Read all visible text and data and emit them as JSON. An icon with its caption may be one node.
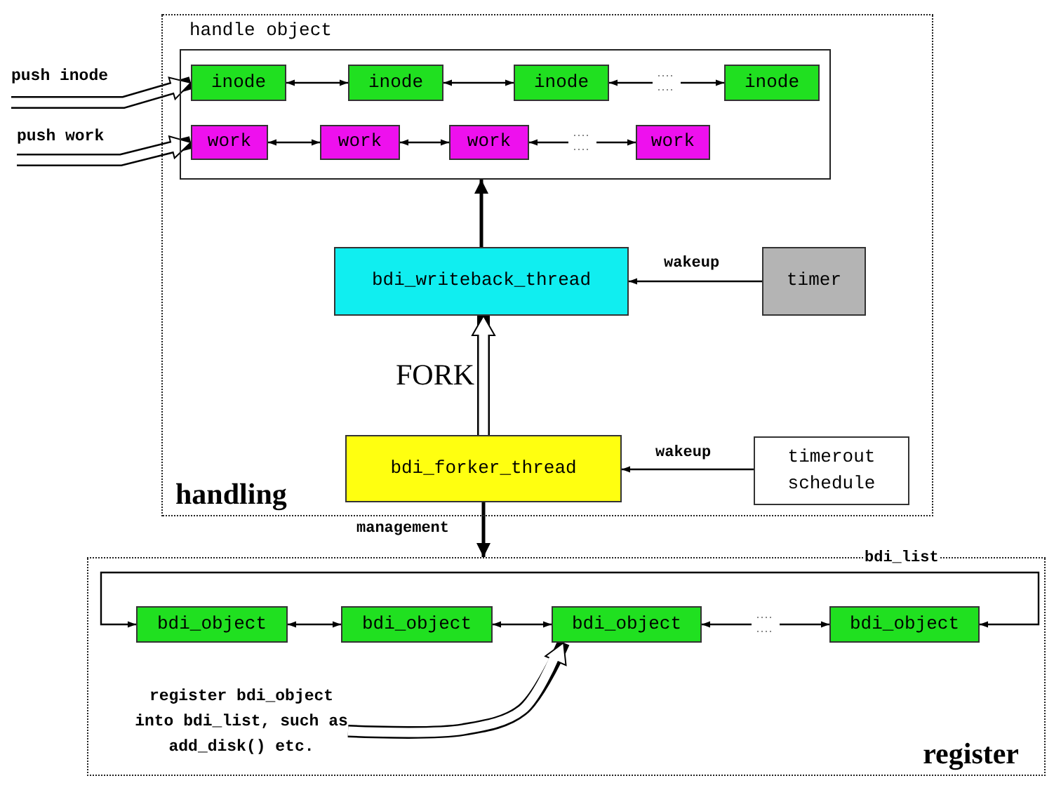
{
  "diagram": {
    "nodes": [
      {
        "text": [
          "handling"
        ]
      },
      {
        "text": [
          "handle object"
        ],
        "in": 0
      },
      {
        "text": [
          "inode"
        ],
        "in": 1
      },
      {
        "text": [
          "inode"
        ],
        "in": 1
      },
      {
        "text": [
          "inode"
        ],
        "in": 1
      },
      {
        "text": [
          "inode"
        ],
        "in": 1
      },
      {
        "text": [
          "work"
        ],
        "in": 1
      },
      {
        "text": [
          "work"
        ],
        "in": 1
      },
      {
        "text": [
          "work"
        ],
        "in": 1
      },
      {
        "text": [
          "work"
        ],
        "in": 1
      },
      {
        "text": [
          "push inode"
        ]
      },
      {
        "text": [
          "push work"
        ]
      },
      {
        "text": [
          "bdi_writeback_thread"
        ],
        "in": 0
      },
      {
        "text": [
          "timer"
        ],
        "in": 0
      },
      {
        "text": [
          "bdi_forker_thread"
        ],
        "in": 0
      },
      {
        "text": [
          "timerout schedule"
        ],
        "in": 0
      },
      {
        "text": [
          "register"
        ]
      },
      {
        "text": [
          "bdi_object"
        ],
        "in": 16
      },
      {
        "text": [
          "bdi_object"
        ],
        "in": 16
      },
      {
        "text": [
          "bdi_object"
        ],
        "in": 16
      },
      {
        "text": [
          "bdi_object"
        ],
        "in": 16
      },
      {
        "text": [
          "register bdi_object into bdi_list, such as add_disk() etc."
        ],
        "in": 16
      }
    ],
    "edges": [
      {
        "from": 10,
        "to": 2,
        "arrow": "to",
        "style": "thick"
      },
      {
        "from": 11,
        "to": 6,
        "arrow": "to",
        "style": "thick"
      },
      {
        "from": 2,
        "to": 3,
        "arrow": "both"
      },
      {
        "from": 3,
        "to": 4,
        "arrow": "both"
      },
      {
        "from": 4,
        "to": 5,
        "arrow": "both"
      },
      {
        "from": 6,
        "to": 7,
        "arrow": "both"
      },
      {
        "from": 7,
        "to": 8,
        "arrow": "both"
      },
      {
        "from": 8,
        "to": 9,
        "arrow": "both"
      },
      {
        "from": 12,
        "to": 1,
        "arrow": "to"
      },
      {
        "from": 13,
        "to": 12,
        "arrow": "to",
        "label": "wakeup"
      },
      {
        "from": 14,
        "to": 12,
        "arrow": "to",
        "label": "FORK",
        "style": "thick"
      },
      {
        "from": 15,
        "to": 14,
        "arrow": "to",
        "label": "wakeup"
      },
      {
        "from": 14,
        "to": 16,
        "arrow": "to",
        "label": "management"
      },
      {
        "from": 17,
        "to": 18,
        "arrow": "both"
      },
      {
        "from": 18,
        "to": 19,
        "arrow": "both"
      },
      {
        "from": 19,
        "to": 20,
        "arrow": "both"
      },
      {
        "from": 20,
        "to": 17,
        "arrow": "both",
        "label": "bdi_list"
      },
      {
        "from": 21,
        "to": 19,
        "arrow": "to",
        "style": "thick"
      }
    ]
  }
}
